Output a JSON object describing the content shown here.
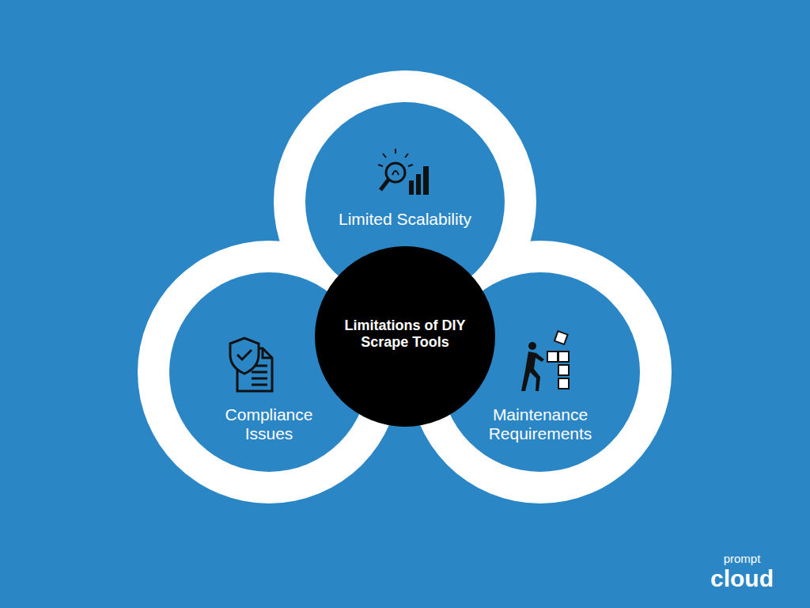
{
  "diagram": {
    "nodes": [
      {
        "text": [
          "Limitations of DIY Scrape Tools"
        ]
      },
      {
        "text": [
          "Limited Scalability"
        ]
      },
      {
        "text": [
          "Compliance Issues"
        ]
      },
      {
        "text": [
          "Maintenance Requirements"
        ]
      }
    ],
    "labels": [
      "prompt",
      "cloud"
    ]
  }
}
